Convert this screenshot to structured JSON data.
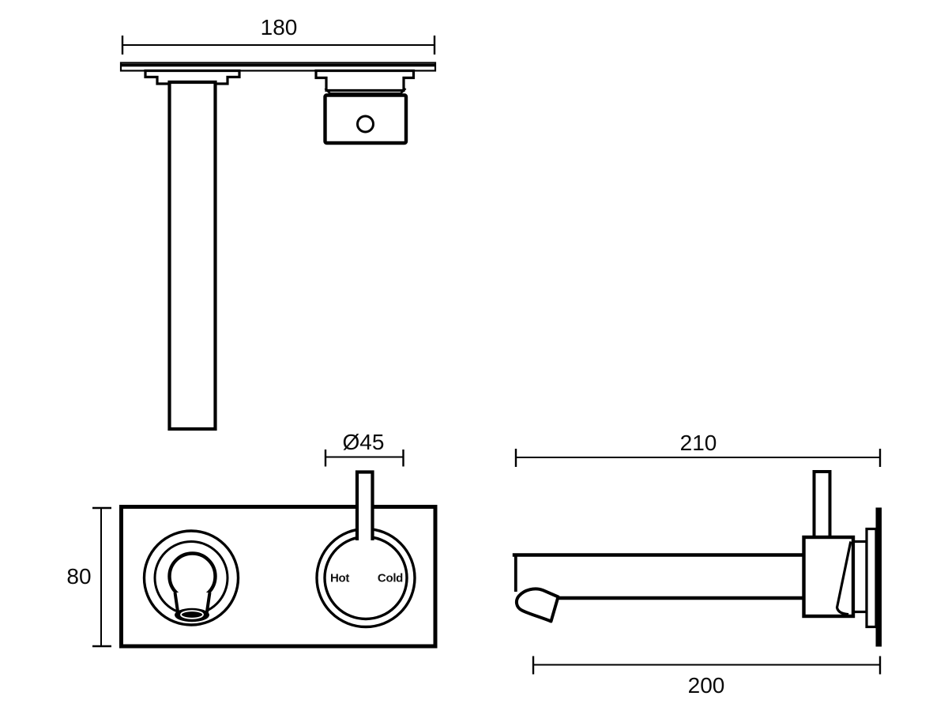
{
  "drawing": {
    "background_color": "#ffffff",
    "line_color": "#000000"
  },
  "views": {
    "top": {
      "dim_width": "180"
    },
    "front": {
      "dim_height": "80",
      "dim_diameter": "Ø45",
      "label_hot": "Hot",
      "label_cold": "Cold"
    },
    "side": {
      "dim_total_reach": "210",
      "dim_spout_projection": "200"
    }
  }
}
